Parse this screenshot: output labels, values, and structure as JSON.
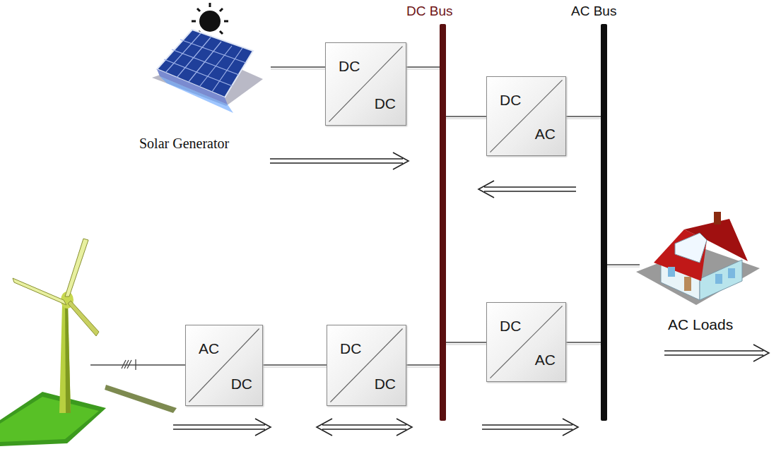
{
  "diagram": {
    "nodes": [
      {
        "text": [
          "Solar Generator"
        ]
      },
      {
        "text": [
          "DC",
          "DC"
        ]
      },
      {
        "text": [
          "DC Bus"
        ]
      },
      {
        "text": [
          "DC",
          "AC"
        ]
      },
      {
        "text": [
          "AC Bus"
        ]
      },
      {
        "text": [
          "AC",
          "DC"
        ]
      },
      {
        "text": [
          "DC",
          "DC"
        ]
      },
      {
        "text": [
          "DC",
          "AC"
        ]
      },
      {
        "text": [
          "AC Loads"
        ]
      }
    ],
    "edges": [
      {
        "from": 0,
        "to": 1,
        "arrow": "none"
      },
      {
        "from": 1,
        "to": 2,
        "arrow": "none"
      },
      {
        "from": 2,
        "to": 3,
        "arrow": "none"
      },
      {
        "from": 3,
        "to": 4,
        "arrow": "none"
      },
      {
        "from": 5,
        "to": 6,
        "arrow": "none"
      },
      {
        "from": 6,
        "to": 2,
        "arrow": "none"
      },
      {
        "from": 2,
        "to": 7,
        "arrow": "none"
      },
      {
        "from": 7,
        "to": 4,
        "arrow": "none"
      },
      {
        "from": 4,
        "to": 8,
        "arrow": "none"
      }
    ]
  }
}
